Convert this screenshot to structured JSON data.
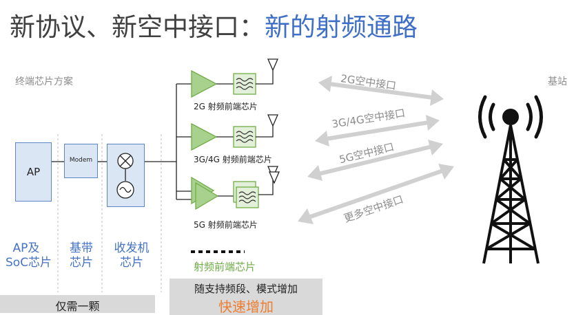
{
  "title": {
    "main": "新协议、新空中接口：",
    "accent": "新的射频通路"
  },
  "sections": {
    "terminal": "终端芯片方案",
    "base_station": "基站"
  },
  "chips": {
    "ap": "AP",
    "modem": "Modem"
  },
  "rf_paths": [
    {
      "label": "2G 射频前端芯片"
    },
    {
      "label": "3G/4G 射频前端芯片"
    },
    {
      "label": "5G 射频前端芯片"
    }
  ],
  "air_interfaces": [
    "2G空中接口",
    "3G/4G空中接口",
    "5G空中接口",
    "更多空中接口"
  ],
  "bottom_labels": {
    "ap_soc_line1": "AP及",
    "ap_soc_line2": "SoC芯片",
    "baseband_line1": "基带",
    "baseband_line2": "芯片",
    "transceiver_line1": "收发机",
    "transceiver_line2": "芯片",
    "rf_front_end": "射频前端芯片",
    "only_one": "仅需一颗",
    "increase_note": "随支持频段、模式增加",
    "fast_increase": "快速增加"
  },
  "colors": {
    "title_text": "#404040",
    "title_accent": "#3f6fc6",
    "chip_fill": "#dbe6f4",
    "chip_border": "#5b84c4",
    "amp_fill": "#a9d18e",
    "rf_green": "#70ad47",
    "arrow_gray": "#d0d0d0",
    "orange": "#ed7d31"
  }
}
